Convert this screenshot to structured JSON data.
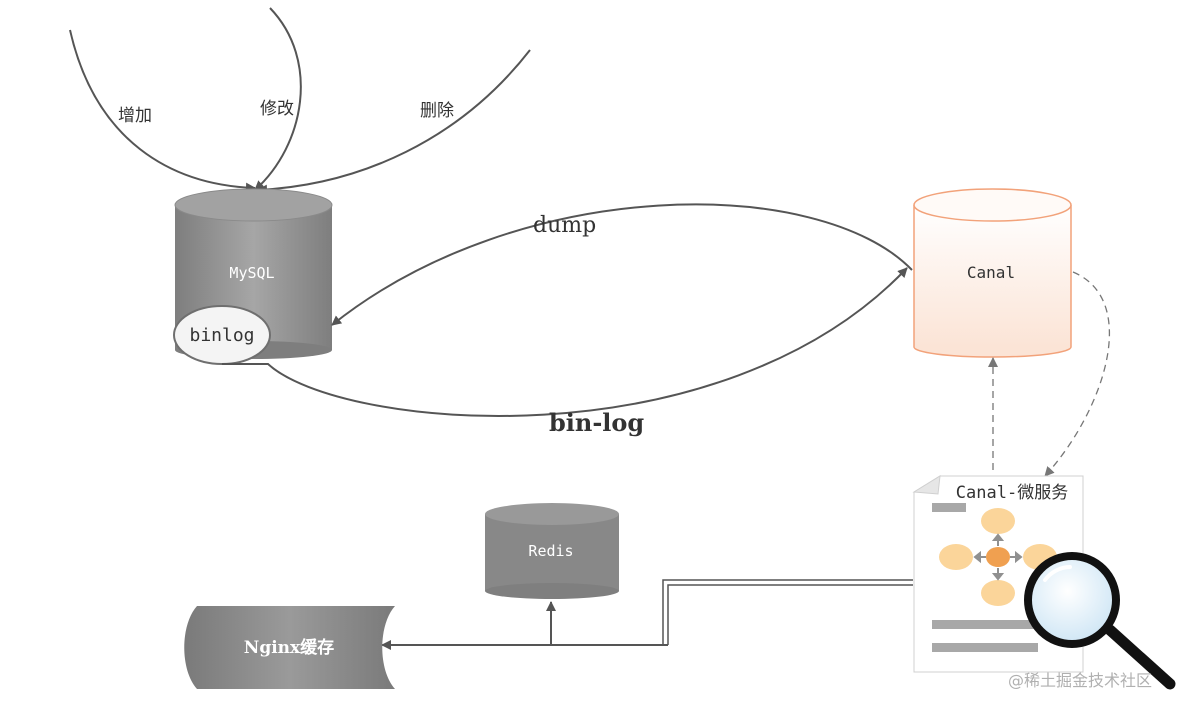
{
  "diagram": {
    "ops": {
      "add": "增加",
      "modify": "修改",
      "delete": "删除"
    },
    "mysql": {
      "label": "MySQL",
      "binlog": "binlog"
    },
    "canal": {
      "label": "Canal"
    },
    "edges": {
      "dump": "dump",
      "binlog": "bin-log"
    },
    "microservice": {
      "label": "Canal-微服务"
    },
    "redis": {
      "label": "Redis"
    },
    "nginx": {
      "label": "Nginx缓存"
    },
    "watermark": "@稀土掘金技术社区"
  },
  "colors": {
    "db_gray": "#8f8f8f",
    "db_gray_dark": "#6f6f6f",
    "canal_fill": "#fdf1ea",
    "canal_stroke": "#f2a27a",
    "line": "#555555",
    "node_light": "#fbd59a",
    "node_center": "#f0a050"
  }
}
